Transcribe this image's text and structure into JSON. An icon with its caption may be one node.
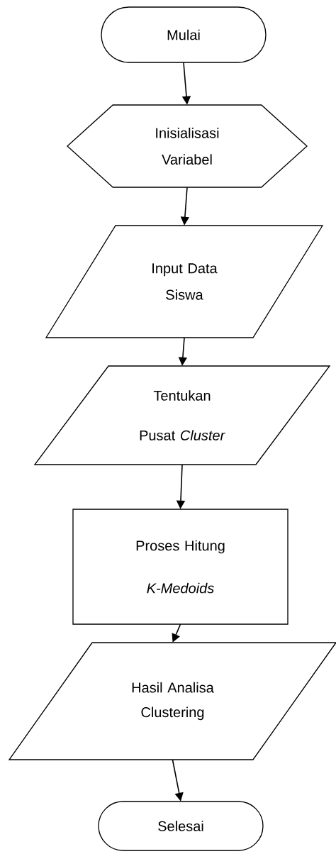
{
  "diagram": {
    "nodes": [
      {
        "text": [
          "Mulai"
        ]
      },
      {
        "text": [
          "Inisialisasi Variabel"
        ]
      },
      {
        "text": [
          "Input Data Siswa"
        ]
      },
      {
        "text": [
          "Tentukan Pusat *Cluster*"
        ]
      },
      {
        "text": [
          "Proses Hitung *K-Medoids*"
        ]
      },
      {
        "text": [
          "Hasil Analisa Clustering"
        ]
      },
      {
        "text": [
          "Selesai"
        ]
      }
    ],
    "edges": [
      {
        "from": 0,
        "to": 1,
        "arrow": "to"
      },
      {
        "from": 1,
        "to": 2,
        "arrow": "to"
      },
      {
        "from": 2,
        "to": 3,
        "arrow": "to"
      },
      {
        "from": 3,
        "to": 4,
        "arrow": "to"
      },
      {
        "from": 4,
        "to": 5,
        "arrow": "to"
      },
      {
        "from": 5,
        "to": 6,
        "arrow": "to"
      }
    ]
  }
}
